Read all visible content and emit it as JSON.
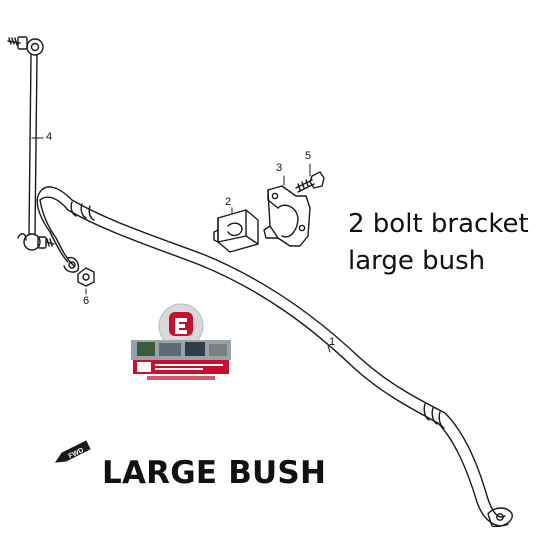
{
  "callouts": {
    "c1": "1",
    "c2": "2",
    "c3": "3",
    "c4": "4",
    "c5": "5",
    "c6": "6"
  },
  "notes": {
    "line1": "2 bolt bracket",
    "line2": "large bush"
  },
  "headline": "LARGE BUSH",
  "fwd_label": "FWD",
  "logo": {
    "brand_color": "#c8102e"
  },
  "colors": {
    "line": "#1a1a1a",
    "text": "#111111",
    "background": "#ffffff"
  }
}
